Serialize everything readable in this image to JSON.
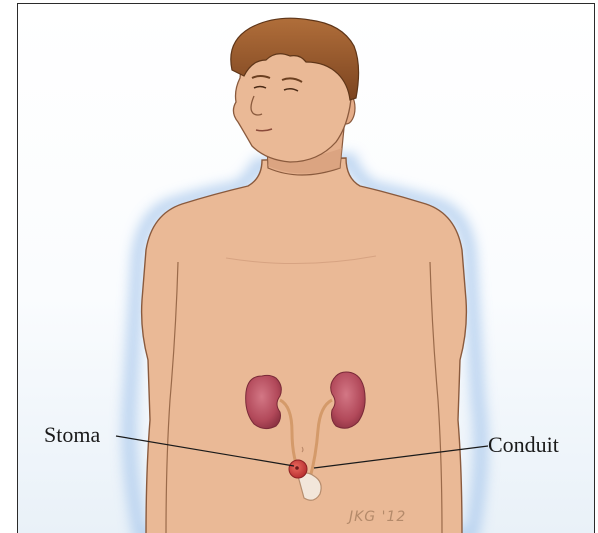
{
  "labels": {
    "stoma": "Stoma",
    "conduit": "Conduit"
  },
  "signature": "JKG '12",
  "colors": {
    "skin": "#eab996",
    "skin_outline": "#8a5a3d",
    "hair": "#9a5a2b",
    "kidney": "#b2495a",
    "ureter": "#d49a6a",
    "stoma": "#c8393c",
    "halo": "#bcd4ee",
    "leader_line": "#1a1a1a"
  }
}
